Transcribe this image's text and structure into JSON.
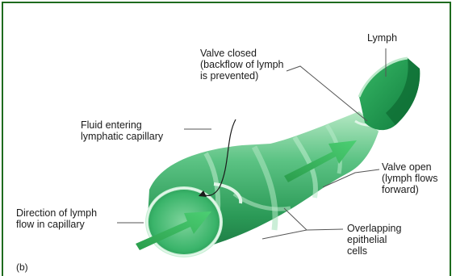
{
  "labels": {
    "lymph": "Lymph",
    "valve_closed": "Valve closed\n(backflow of lymph\nis prevented)",
    "fluid_entering": "Fluid entering\nlymphatic capillary",
    "valve_open": "Valve open\n(lymph flows\nforward)",
    "direction": "Direction of lymph\nflow in capillary",
    "overlapping": "Overlapping\nepithelial\ncells",
    "panel": "(b)"
  },
  "colors": {
    "frame": "#1e6b1e",
    "vessel_dark": "#1f8f4e",
    "vessel_mid": "#3db56f",
    "vessel_light": "#8fd9a8",
    "vessel_pale": "#c9efd5",
    "arrow": "#2aa84f"
  }
}
